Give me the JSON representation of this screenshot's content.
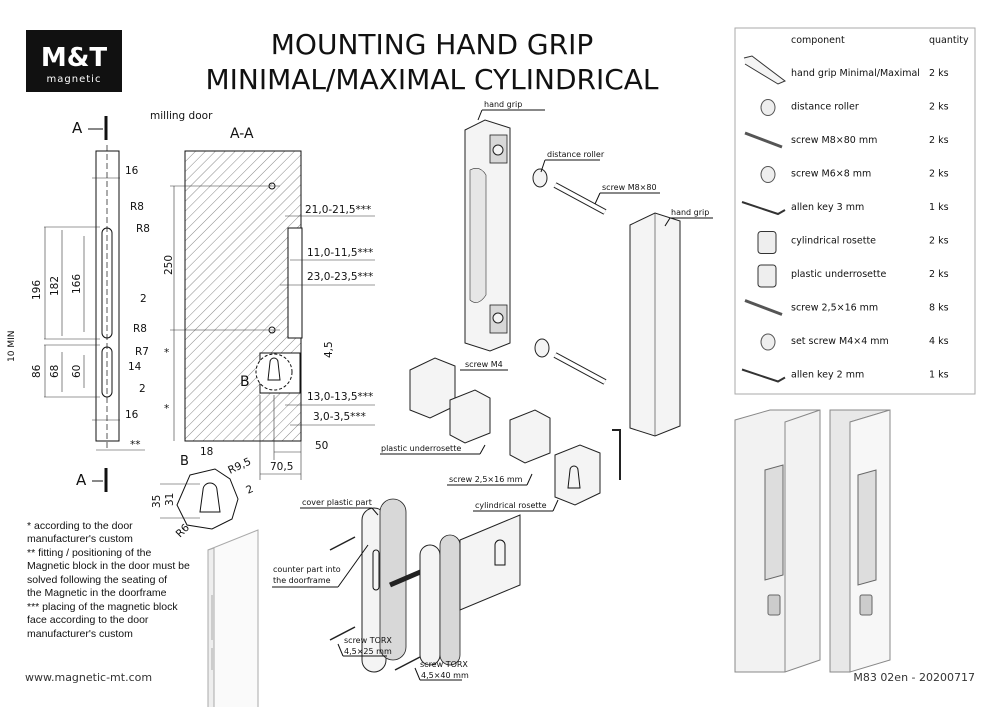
{
  "logo": {
    "brand": "M&T",
    "sub": "magnetic"
  },
  "title": {
    "line1": "MOUNTING HAND GRIP",
    "line2": "MINIMAL/MAXIMAL CYLINDRICAL"
  },
  "drawing": {
    "milling_label": "milling door",
    "section_label": "A-A",
    "section_marker": "A",
    "detail_marker": "B",
    "strip_dims": [
      "16",
      "R8",
      "R8",
      "196",
      "182",
      "166",
      "2",
      "R8",
      "R7",
      "14",
      "2",
      "16",
      "86",
      "68",
      "60",
      "10 MIN",
      "**"
    ],
    "section_dims": [
      "21,0-21,5***",
      "11,0-11,5***",
      "23,0-23,5***",
      "250",
      "*",
      "*",
      "4,5",
      "13,0-13,5***",
      "3,0-3,5***",
      "50",
      "70,5"
    ],
    "detail_dims": [
      "18",
      "R9,5",
      "2",
      "35",
      "31",
      "R6"
    ]
  },
  "notes": [
    "*   according to the door",
    "manufacturer's custom",
    "** fitting / positioning of the",
    "Magnetic block in the door must be",
    "solved following the seating of",
    "the Magnetic in the doorframe",
    "*** placing of the magnetic block",
    "face according to the door",
    "manufacturer's custom"
  ],
  "callouts": {
    "hand_grip_1": "hand grip",
    "distance_roller": "distance roller",
    "screw_m8": "screw M8×80",
    "hand_grip_2": "hand grip",
    "screw_m4": "screw M4",
    "plastic_underrosette": "plastic underrosette",
    "screw_25x16": "screw 2,5×16 mm",
    "cylindrical_rosette": "cylindrical rosette",
    "cover_plastic_part": "cover plastic part",
    "counter_part_1": "counter part into",
    "counter_part_2": "the doorframe",
    "torx_25_1": "screw TORX",
    "torx_25_2": "4,5×25 mm",
    "torx_40_1": "screw TORX",
    "torx_40_2": "4,5×40 mm"
  },
  "components_table": {
    "headers": {
      "component": "component",
      "quantity": "quantity"
    },
    "rows": [
      {
        "icon": "hand-grip",
        "name": "hand grip Minimal/Maximal",
        "qty": "2 ks"
      },
      {
        "icon": "distance-roller",
        "name": "distance roller",
        "qty": "2 ks"
      },
      {
        "icon": "screw",
        "name": "screw M8×80 mm",
        "qty": "2 ks"
      },
      {
        "icon": "screw-short",
        "name": "screw M6×8 mm",
        "qty": "2 ks"
      },
      {
        "icon": "allen-key",
        "name": "allen key 3 mm",
        "qty": "1 ks"
      },
      {
        "icon": "cylindrical-rosette",
        "name": "cylindrical rosette",
        "qty": "2 ks"
      },
      {
        "icon": "plastic-underrosette",
        "name": "plastic underrosette",
        "qty": "2 ks"
      },
      {
        "icon": "wood-screw",
        "name": "screw 2,5×16 mm",
        "qty": "8 ks"
      },
      {
        "icon": "set-screw",
        "name": "set screw M4×4 mm",
        "qty": "4 ks"
      },
      {
        "icon": "allen-key",
        "name": "allen key 2 mm",
        "qty": "1 ks"
      }
    ]
  },
  "footer": {
    "website": "www.magnetic-mt.com",
    "doc_code": "M83 02en - 20200717"
  }
}
